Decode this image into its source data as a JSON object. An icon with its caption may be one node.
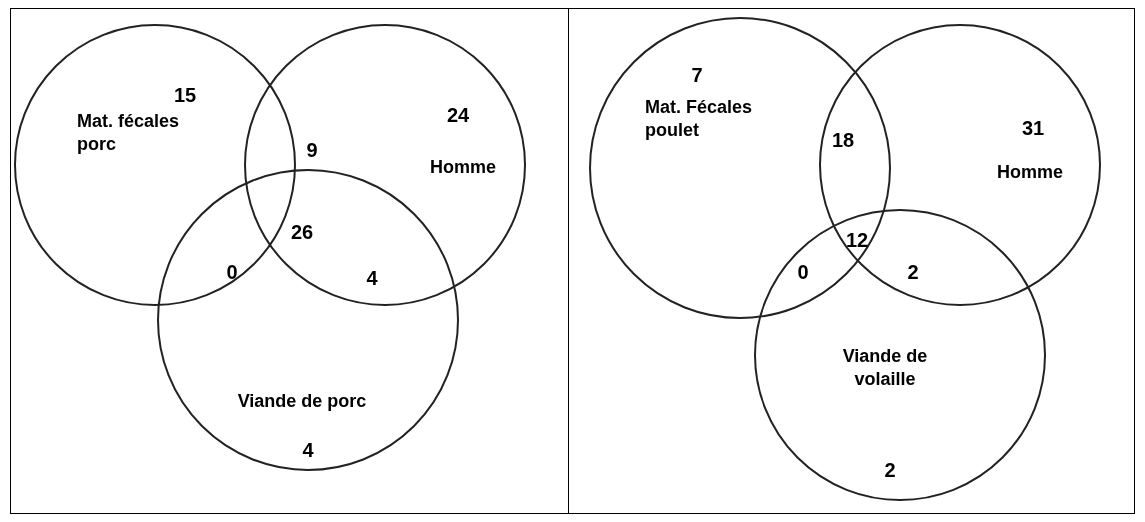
{
  "diagram": {
    "nodes": [
      {
        "text": [
          "Mat. fécales porc"
        ]
      },
      {
        "text": [
          "Homme"
        ]
      },
      {
        "text": [
          "Viande de porc"
        ]
      },
      {
        "text": [
          "Mat. Fécales poulet"
        ]
      },
      {
        "text": [
          "Homme"
        ]
      },
      {
        "text": [
          "Viande de volaille"
        ]
      }
    ],
    "labels": [
      "15",
      "24",
      "9",
      "26",
      "0",
      "4",
      "4",
      "7",
      "18",
      "31",
      "12",
      "0",
      "2",
      "2"
    ]
  }
}
